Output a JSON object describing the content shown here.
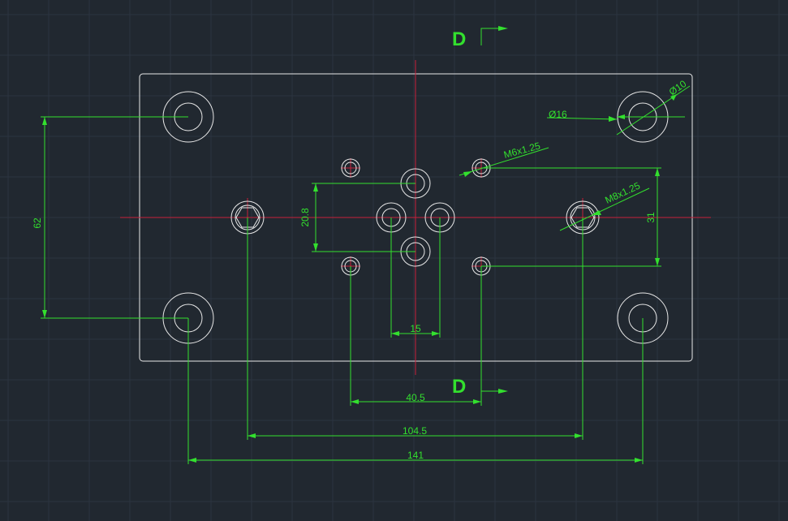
{
  "colors": {
    "background": "#212830",
    "grid": "#2c3440",
    "outline": "#e8e8e8",
    "dimension": "#33e02e",
    "centerline": "#c8203a"
  },
  "section_marks": {
    "label": "D"
  },
  "dimensions": {
    "height_bolt_spacing": "62",
    "port_vertical": "20.8",
    "port_horizontal": "15",
    "small_hole_spacing": "40.5",
    "thread_hole_spacing": "104.5",
    "bolt_spacing": "141",
    "thread_vertical": "31"
  },
  "callouts": {
    "counterbore": "Ø16",
    "bolt_hole": "Ø10",
    "small_thread": "M6x1.25",
    "large_thread": "M8x1.25"
  }
}
